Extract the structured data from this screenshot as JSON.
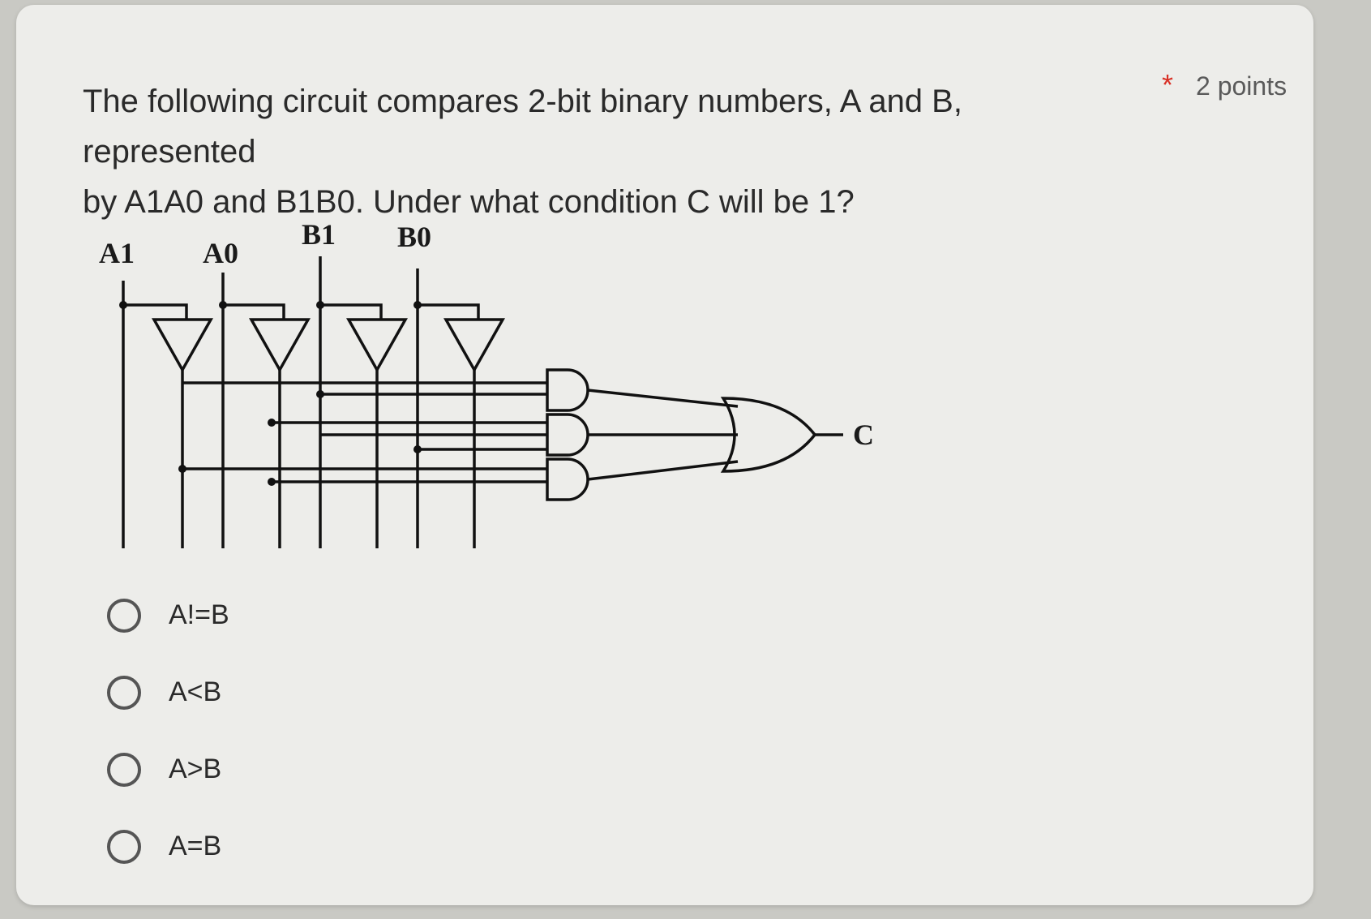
{
  "question": {
    "line1": "The following circuit compares 2-bit binary numbers, A and B, represented",
    "line2": "by A1A0 and B1B0. Under what condition C will be 1?",
    "required_marker": "*",
    "points": "2 points"
  },
  "diagram": {
    "inputs": [
      "A1",
      "A0",
      "B1",
      "B0"
    ],
    "output": "C"
  },
  "options": [
    {
      "label": "A!=B"
    },
    {
      "label": "A<B"
    },
    {
      "label": "A>B"
    },
    {
      "label": "A=B"
    }
  ],
  "colors": {
    "required": "#d93025",
    "text": "#2a2a2a",
    "card": "#ededea"
  }
}
